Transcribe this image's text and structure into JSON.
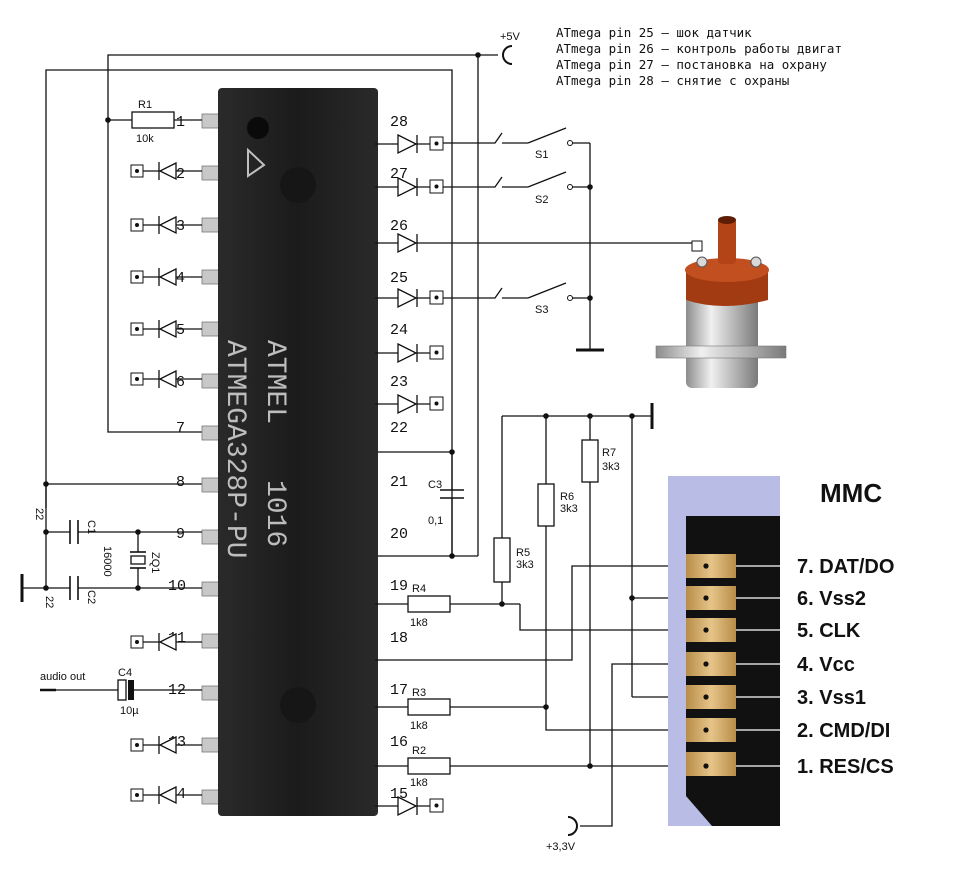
{
  "notes": [
    "ATmega pin 25 – шок датчик",
    "ATmega pin 26 – контроль работы двигат",
    "ATmega pin 27 – постановка на охрану",
    "ATmega pin 28 – снятие с охраны"
  ],
  "chip": {
    "brand": "ATMEL",
    "date_code": "1016",
    "model": "ATMEGA328P-PU",
    "left_pins": [
      "1",
      "2",
      "3",
      "4",
      "5",
      "6",
      "7",
      "8",
      "9",
      "10",
      "11",
      "12",
      "13",
      "14"
    ],
    "right_pins": [
      "28",
      "27",
      "26",
      "25",
      "24",
      "23",
      "22",
      "21",
      "20",
      "19",
      "18",
      "17",
      "16",
      "15"
    ]
  },
  "power": {
    "vcc5": "+5V",
    "vcc33": "+3,3V"
  },
  "components": {
    "r1": {
      "name": "R1",
      "value": "10k"
    },
    "r2": {
      "name": "R2",
      "value": "1k8"
    },
    "r3": {
      "name": "R3",
      "value": "1k8"
    },
    "r4": {
      "name": "R4",
      "value": "1k8"
    },
    "r5": {
      "name": "R5",
      "value": "3k3"
    },
    "r6": {
      "name": "R6",
      "value": "3k3"
    },
    "r7": {
      "name": "R7",
      "value": "3k3"
    },
    "c1": {
      "name": "C1",
      "value": "22"
    },
    "c2": {
      "name": "C2",
      "value": "22"
    },
    "c3": {
      "name": "C3",
      "value": "0,1"
    },
    "c4": {
      "name": "C4",
      "value": "10µ"
    },
    "zq1": {
      "name": "ZQ1",
      "value": "16000"
    },
    "s1": "S1",
    "s2": "S2",
    "s3": "S3"
  },
  "audio_label": "audio out",
  "mmc": {
    "title": "MMC",
    "pins": [
      "7. DAT/DO",
      "6. Vss2",
      "5. CLK",
      "4. Vcc",
      "3. Vss1",
      "2. CMD/DI",
      "1. RES/CS"
    ]
  }
}
